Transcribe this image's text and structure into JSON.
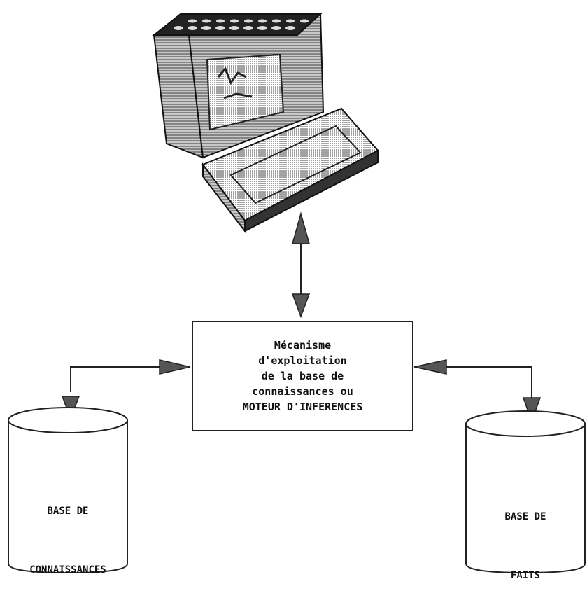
{
  "engine": {
    "lines": [
      "Mécanisme",
      "d'exploitation",
      "de la base de",
      "connaissances ou",
      "MOTEUR D'INFERENCES"
    ]
  },
  "knowledge_base": {
    "lines": [
      "BASE DE",
      "CONNAISSANCES"
    ]
  },
  "facts_base": {
    "lines": [
      "BASE DE",
      "FAITS"
    ]
  },
  "colors": {
    "ink": "#222222",
    "arrow_fill": "#555555",
    "background": "#ffffff"
  }
}
